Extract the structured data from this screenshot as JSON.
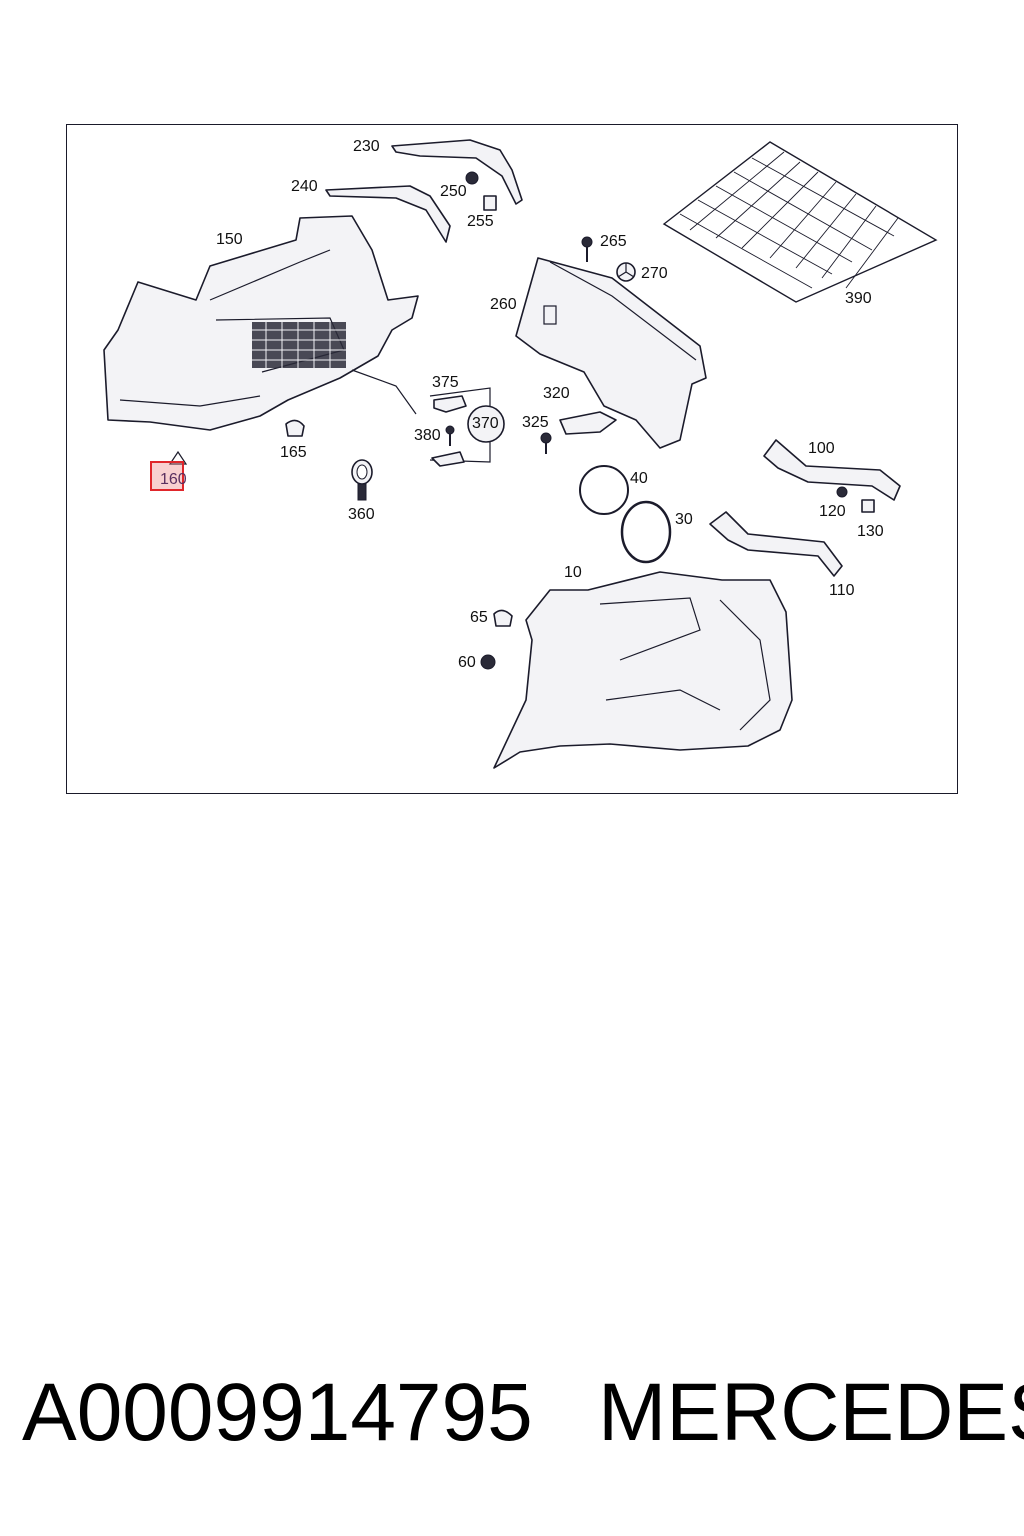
{
  "diagram": {
    "labels": [
      {
        "id": "230",
        "text": "230"
      },
      {
        "id": "240",
        "text": "240"
      },
      {
        "id": "250",
        "text": "250"
      },
      {
        "id": "255",
        "text": "255"
      },
      {
        "id": "150",
        "text": "150"
      },
      {
        "id": "265",
        "text": "265"
      },
      {
        "id": "270",
        "text": "270"
      },
      {
        "id": "390",
        "text": "390"
      },
      {
        "id": "260",
        "text": "260"
      },
      {
        "id": "375",
        "text": "375"
      },
      {
        "id": "370",
        "text": "370"
      },
      {
        "id": "380",
        "text": "380"
      },
      {
        "id": "320",
        "text": "320"
      },
      {
        "id": "325",
        "text": "325"
      },
      {
        "id": "165",
        "text": "165"
      },
      {
        "id": "160",
        "text": "160"
      },
      {
        "id": "360",
        "text": "360"
      },
      {
        "id": "40",
        "text": "40"
      },
      {
        "id": "30",
        "text": "30"
      },
      {
        "id": "100",
        "text": "100"
      },
      {
        "id": "120",
        "text": "120"
      },
      {
        "id": "130",
        "text": "130"
      },
      {
        "id": "110",
        "text": "110"
      },
      {
        "id": "10",
        "text": "10"
      },
      {
        "id": "65",
        "text": "65"
      },
      {
        "id": "60",
        "text": "60"
      }
    ],
    "highlighted_label": "160",
    "highlight_color": "#e0262b"
  },
  "footer": {
    "part_number": "A0009914795",
    "brand": "MERCEDES"
  }
}
